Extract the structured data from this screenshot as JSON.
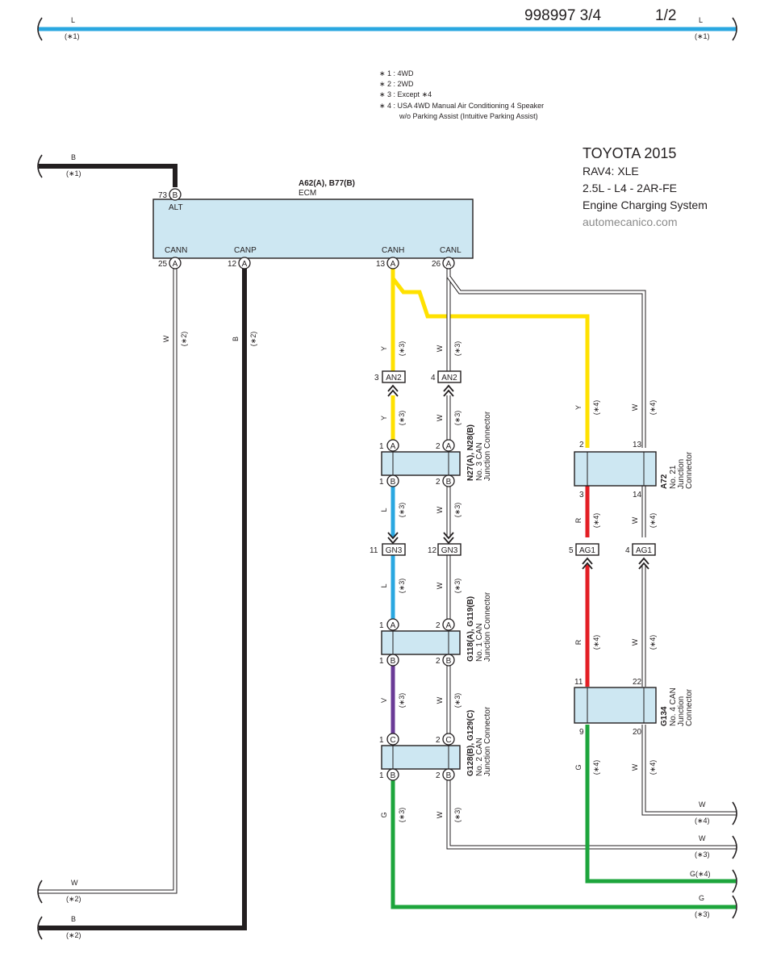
{
  "header": {
    "code": "998997 3/4",
    "page": "1/2"
  },
  "notes": [
    "∗ 1 : 4WD",
    "∗ 2 : 2WD",
    "∗ 3 : Except ∗4",
    "∗ 4 : USA 4WD Manual Air Conditioning 4 Speaker",
    "w/o Parking Assist (Intuitive Parking Assist)"
  ],
  "title": {
    "make": "TOYOTA 2015",
    "model": "RAV4: XLE",
    "engine": "2.5L - L4 - 2AR-FE",
    "system": "Engine Charging System",
    "watermark": "automecanico.com"
  },
  "colors": {
    "blue": "#2aa7e0",
    "black": "#231f20",
    "yellow": "#ffe100",
    "red": "#e31e24",
    "green": "#1da53c",
    "violet": "#6a3b96",
    "white_wire": "#ffffff",
    "connector": "#cde7f2"
  },
  "ecm": {
    "ref": "A62(A), B77(B)",
    "name": "ECM",
    "pins": [
      {
        "name": "ALT",
        "num": "73",
        "conn": "B"
      },
      {
        "name": "CANN",
        "num": "25",
        "conn": "A"
      },
      {
        "name": "CANP",
        "num": "12",
        "conn": "A"
      },
      {
        "name": "CANH",
        "num": "13",
        "conn": "A"
      },
      {
        "name": "CANL",
        "num": "26",
        "conn": "A"
      }
    ]
  },
  "wire_labels": {
    "L": "L",
    "B": "B",
    "W": "W",
    "Y": "Y",
    "R": "R",
    "G": "G",
    "V": "V",
    "n1": "(∗1)",
    "n2": "(∗2)",
    "n3": "(∗3)",
    "n4": "(∗4)",
    "g4": "G(∗4)"
  },
  "junction_connectors": {
    "n27": {
      "ref": "N27(A), N28(B)",
      "line1": "No. 3 CAN",
      "line2": "Junction Connector"
    },
    "g118": {
      "ref": "G118(A), G119(B)",
      "line1": "No. 1 CAN",
      "line2": "Junction Connector"
    },
    "g128": {
      "ref": "G128(B), G129(C)",
      "line1": "No. 2 CAN",
      "line2": "Junction Connector"
    },
    "a72": {
      "ref": "A72",
      "line1": "No. 21",
      "line2": "Junction",
      "line3": "Connector"
    },
    "g134": {
      "ref": "G134",
      "line1": "No. 4 CAN",
      "line2": "Junction",
      "line3": "Connector"
    }
  },
  "inline_connectors": {
    "an2_y": {
      "num": "3",
      "label": "AN2"
    },
    "an2_w": {
      "num": "4",
      "label": "AN2"
    },
    "gn3_l": {
      "num": "11",
      "label": "GN3"
    },
    "gn3_w": {
      "num": "12",
      "label": "GN3"
    },
    "ag1_r": {
      "num": "5",
      "label": "AG1"
    },
    "ag1_w": {
      "num": "4",
      "label": "AG1"
    }
  },
  "pin_numbers": {
    "p1": "1",
    "p2": "2",
    "p3": "3",
    "p9": "9",
    "p11": "11",
    "p13": "13",
    "p14": "14",
    "p20": "20",
    "p22": "22"
  },
  "pin_letters": {
    "A": "A",
    "B": "B",
    "C": "C"
  }
}
